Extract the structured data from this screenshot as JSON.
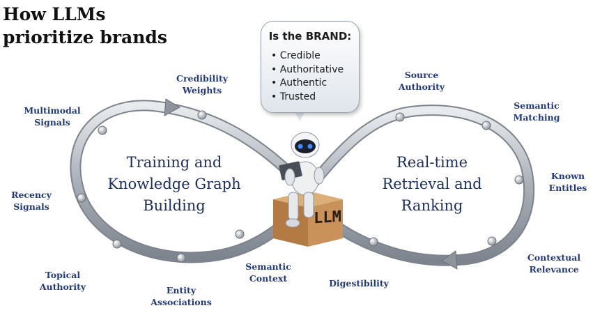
{
  "title": {
    "line1": "How LLMs",
    "line2": "prioritize brands"
  },
  "bubble": {
    "prefix": "Is the",
    "brand": "BRAND:",
    "items": [
      "Credible",
      "Authoritative",
      "Authentic",
      "Trusted"
    ]
  },
  "left_loop": {
    "line1": "Training and",
    "line2": "Knowledge Graph",
    "line3": "Building"
  },
  "right_loop": {
    "line1": "Real-time",
    "line2": "Retrieval and",
    "line3": "Ranking"
  },
  "box_label": "LLM",
  "labels": {
    "multimodal": [
      "Multimodal",
      "Signals"
    ],
    "credibility": [
      "Credibility",
      "Weights"
    ],
    "recency": [
      "Recency",
      "Signals"
    ],
    "topical": [
      "Topical",
      "Authority"
    ],
    "entity": [
      "Entity",
      "Associations"
    ],
    "semantic_context": [
      "Semantic",
      "Context"
    ],
    "digestibility": [
      "Digestibility"
    ],
    "source_authority": [
      "Source",
      "Authority"
    ],
    "semantic_matching": [
      "Semantic",
      "Matching"
    ],
    "known_entities": [
      "Known",
      "Entitles"
    ],
    "contextual_relevance": [
      "Contextual",
      "Relevance"
    ]
  },
  "colors": {
    "label_blue": "#233a7a",
    "loop_silver": "#b9bec5",
    "box_brown": "#c8925a"
  }
}
